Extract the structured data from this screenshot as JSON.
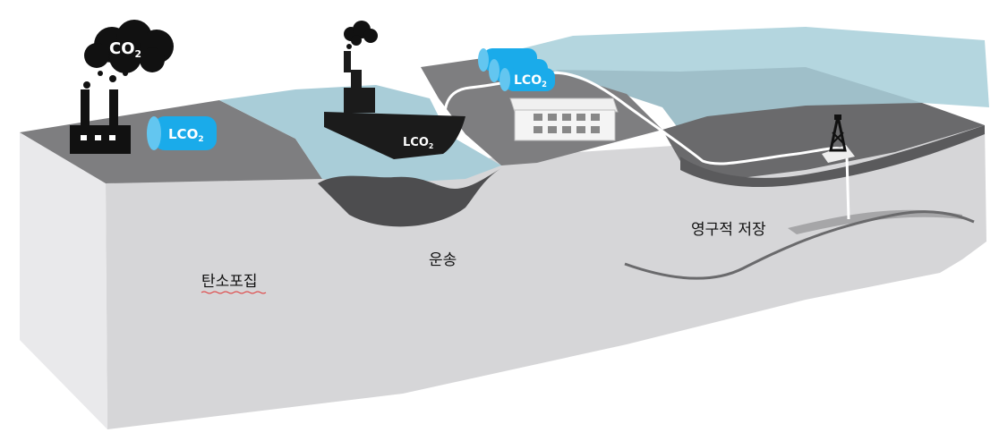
{
  "labels": {
    "capture": "탄소포집",
    "transport": "운송",
    "storage": "영구적 저장"
  },
  "badges": {
    "co2_main": "CO",
    "co2_sub": "2",
    "lco2_main": "LCO",
    "lco2_sub": "2"
  },
  "colors": {
    "water_light": "#b8d8e0",
    "water": "#a9cdd8",
    "ground_top": "#7d7d7f",
    "ground_side": "#d4d4d6",
    "rock_dark": "#5c5c5e",
    "tank_blue": "#1aabea",
    "silhouette": "#111111"
  },
  "icons": [
    "factory-icon",
    "smoke-cloud-icon",
    "ship-icon",
    "liquid-co2-tank-icon",
    "storage-building-icon",
    "oil-rig-icon",
    "pipeline-icon"
  ]
}
